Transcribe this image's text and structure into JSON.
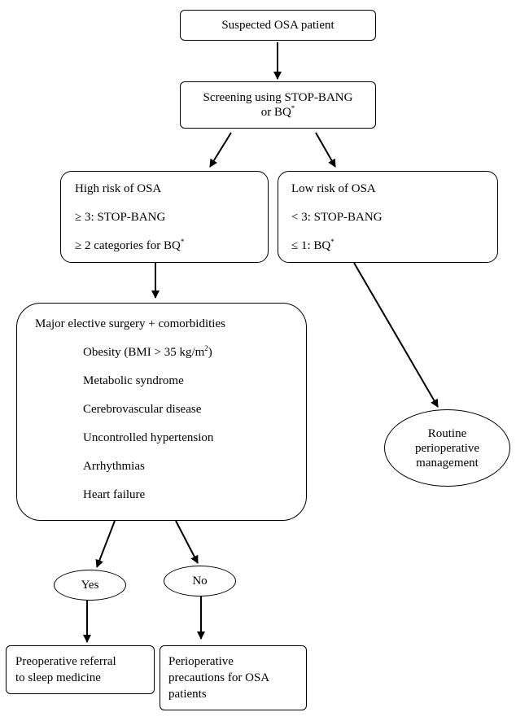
{
  "nodes": {
    "start": {
      "text": "Suspected OSA patient"
    },
    "screening": {
      "line1": "Screening using STOP-BANG",
      "line2": "or BQ",
      "line2_sup": "*"
    },
    "high_risk": {
      "title": "High risk of OSA",
      "criteria1": "≥ 3: STOP-BANG",
      "criteria2": "≥ 2 categories for BQ",
      "criteria2_sup": "*"
    },
    "low_risk": {
      "title": "Low risk of OSA",
      "criteria1": "< 3: STOP-BANG",
      "criteria2": "≤ 1: BQ",
      "criteria2_sup": "*"
    },
    "comorbidities": {
      "title": "Major elective surgery + comorbidities",
      "items": [
        "Obesity (BMI > 35 kg/m",
        "Metabolic syndrome",
        "Cerebrovascular disease",
        "Uncontrolled hypertension",
        "Arrhythmias",
        "Heart failure"
      ],
      "item0_sup": "2",
      "item0_suffix": ")"
    },
    "routine": {
      "line1": "Routine",
      "line2": "perioperative",
      "line3": "management"
    },
    "yes": {
      "text": "Yes"
    },
    "no": {
      "text": "No"
    },
    "referral": {
      "line1": "Preoperative referral",
      "line2": "to sleep medicine"
    },
    "precautions": {
      "line1": "Perioperative",
      "line2": "precautions for OSA",
      "line3": "patients"
    }
  }
}
